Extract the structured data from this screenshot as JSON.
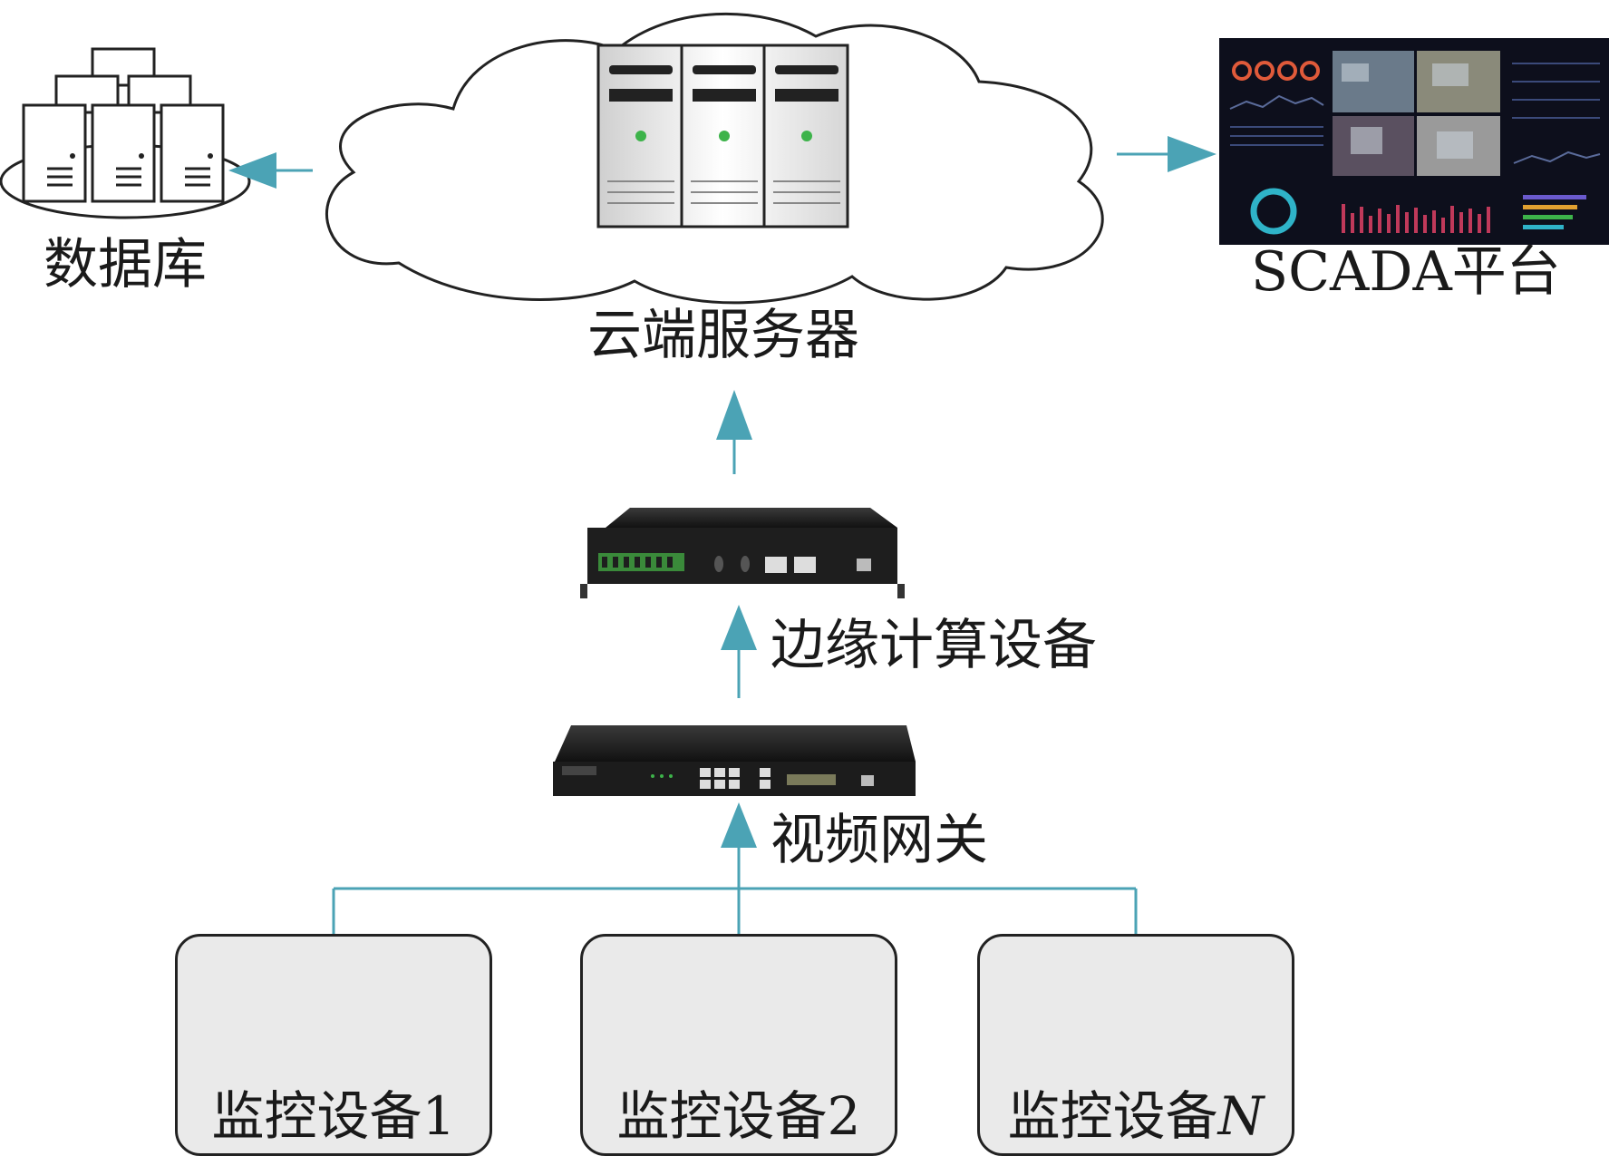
{
  "diagram": {
    "nodes": {
      "database": {
        "label": "数据库",
        "icon": "database-server-icon"
      },
      "cloud_server": {
        "label": "云端服务器",
        "icon": "cloud-server-rack-icon"
      },
      "scada": {
        "label": "SCADA平台",
        "icon": "scada-dashboard-screen-icon"
      },
      "edge_device": {
        "label": "边缘计算设备",
        "icon": "edge-computing-box-icon"
      },
      "video_gateway": {
        "label": "视频网关",
        "icon": "video-gateway-switch-icon"
      },
      "cameras": [
        {
          "label_prefix": "监控设备",
          "label_suffix": "1",
          "icon": "surveillance-camera-icon"
        },
        {
          "label_prefix": "监控设备",
          "label_suffix": "2",
          "icon": "surveillance-camera-icon"
        },
        {
          "label_prefix": "监控设备",
          "label_suffix": "N",
          "icon": "surveillance-camera-icon"
        }
      ]
    },
    "edges": [
      {
        "from": "cameras",
        "to": "video_gateway"
      },
      {
        "from": "video_gateway",
        "to": "edge_device"
      },
      {
        "from": "edge_device",
        "to": "cloud_server"
      },
      {
        "from": "cloud_server",
        "to": "database"
      },
      {
        "from": "cloud_server",
        "to": "scada"
      }
    ],
    "colors": {
      "arrow": "#4ba3b5",
      "line": "#4ba3b5",
      "box_fill": "#eaeaea",
      "box_border": "#222222"
    }
  }
}
